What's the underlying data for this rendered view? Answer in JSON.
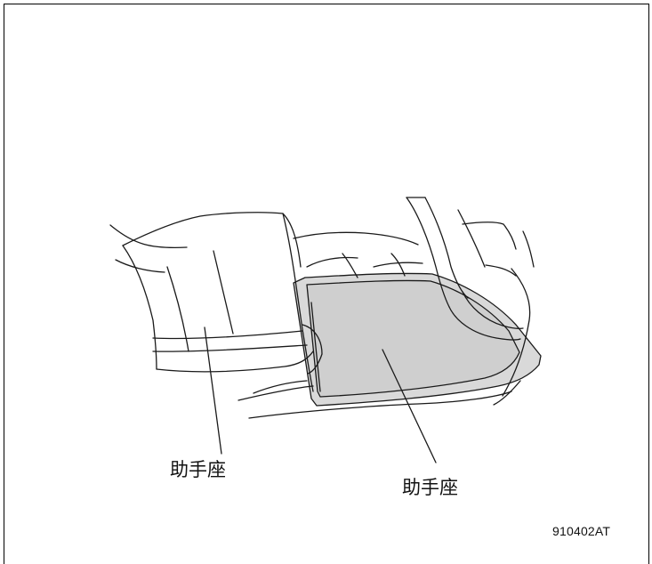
{
  "callouts": {
    "left_label": "助手座",
    "right_label": "助手座"
  },
  "figure_code": "910402AT",
  "colors": {
    "line": "#1a1a1a",
    "mat_fill": "#cfcfcf",
    "background": "#ffffff"
  }
}
